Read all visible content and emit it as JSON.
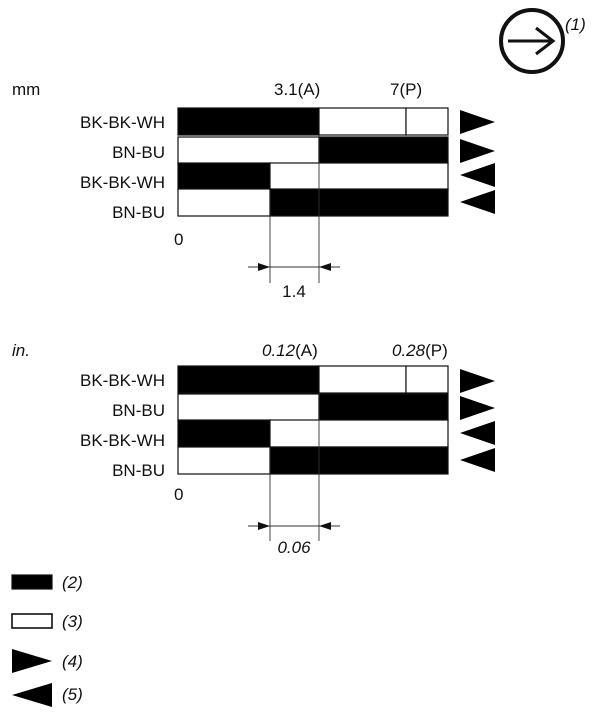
{
  "direction_symbol": {
    "icon": "arrow-right-circle-icon",
    "callout": "(1)"
  },
  "diagrams": [
    {
      "unit": "mm",
      "unit_italic": false,
      "marker_a": {
        "value": "3.1",
        "suffix": "(A)"
      },
      "marker_p": {
        "value": "7",
        "suffix": "(P)"
      },
      "origin": "0",
      "dimension": "1.4",
      "dimension_italic": false,
      "rows": [
        {
          "label": "BK-BK-WH",
          "segments": [
            "black",
            "white",
            "white"
          ],
          "arrow": "right"
        },
        {
          "label": "BN-BU",
          "segments": [
            "white",
            "black",
            "black"
          ],
          "arrow": "right"
        },
        {
          "label": "BK-BK-WH",
          "segments": [
            "black",
            "white",
            "white"
          ],
          "arrow": "left"
        },
        {
          "label": "BN-BU",
          "segments": [
            "white",
            "black",
            "black"
          ],
          "arrow": "left"
        }
      ]
    },
    {
      "unit": "in.",
      "unit_italic": true,
      "marker_a": {
        "value": "0.12",
        "suffix": "(A)"
      },
      "marker_p": {
        "value": "0.28",
        "suffix": "(P)"
      },
      "origin": "0",
      "dimension": "0.06",
      "dimension_italic": true,
      "rows": [
        {
          "label": "BK-BK-WH",
          "segments": [
            "black",
            "white",
            "white"
          ],
          "arrow": "right"
        },
        {
          "label": "BN-BU",
          "segments": [
            "white",
            "black",
            "black"
          ],
          "arrow": "right"
        },
        {
          "label": "BK-BK-WH",
          "segments": [
            "black",
            "white",
            "white"
          ],
          "arrow": "left"
        },
        {
          "label": "BN-BU",
          "segments": [
            "white",
            "black",
            "black"
          ],
          "arrow": "left"
        }
      ]
    }
  ],
  "legend": [
    {
      "symbol": "filled-rect",
      "label": "(2)"
    },
    {
      "symbol": "empty-rect",
      "label": "(3)"
    },
    {
      "symbol": "triangle-right-icon",
      "label": "(4)"
    },
    {
      "symbol": "triangle-left-icon",
      "label": "(5)"
    }
  ],
  "colors": {
    "ink": "#111111",
    "fill_black": "#000000",
    "fill_white": "#ffffff"
  }
}
